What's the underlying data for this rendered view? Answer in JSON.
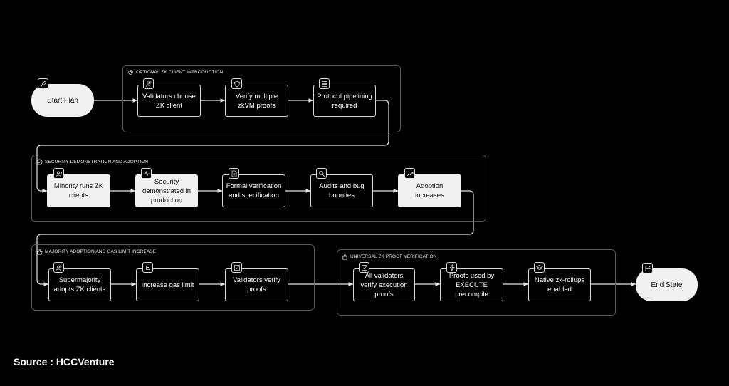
{
  "start_label": "Start Plan",
  "end_label": "End State",
  "source": "Source : HCCVenture",
  "groups": [
    {
      "title": "Optional ZK client introduction"
    },
    {
      "title": "Security demonstration and adoption"
    },
    {
      "title": "Majority adoption and gas limit increase"
    },
    {
      "title": "Universal ZK proof verification"
    }
  ],
  "nodes": [
    {
      "label": "Validators choose ZK client",
      "icon": "users-icon"
    },
    {
      "label": "Verify multiple zkVM proofs",
      "icon": "shield-icon"
    },
    {
      "label": "Protocol pipelining required",
      "icon": "server-icon"
    },
    {
      "label": "Minority runs ZK clients",
      "icon": "user-check-icon"
    },
    {
      "label": "Security demonstrated in production",
      "icon": "activity-icon"
    },
    {
      "label": "Formal verification and specification",
      "icon": "file-icon"
    },
    {
      "label": "Audits and bug bounties",
      "icon": "search-icon"
    },
    {
      "label": "Adoption increases",
      "icon": "trending-up-icon"
    },
    {
      "label": "Supermajority adopts ZK clients",
      "icon": "users-icon"
    },
    {
      "label": "Increase gas limit",
      "icon": "cpu-icon"
    },
    {
      "label": "Validators verify proofs",
      "icon": "check-square-icon"
    },
    {
      "label": "All validators verify execution proofs",
      "icon": "check-square-icon"
    },
    {
      "label": "Proofs used by EXECUTE precompile",
      "icon": "zap-icon"
    },
    {
      "label": "Native zk-rollups enabled",
      "icon": "layers-icon"
    }
  ],
  "start_icon": "rocket-icon",
  "end_icon": "flag-icon",
  "colors": {
    "background": "#000000",
    "node_light": "#f1f1f1",
    "border": "#d8d8d8",
    "group_border": "#5a5a5a"
  }
}
